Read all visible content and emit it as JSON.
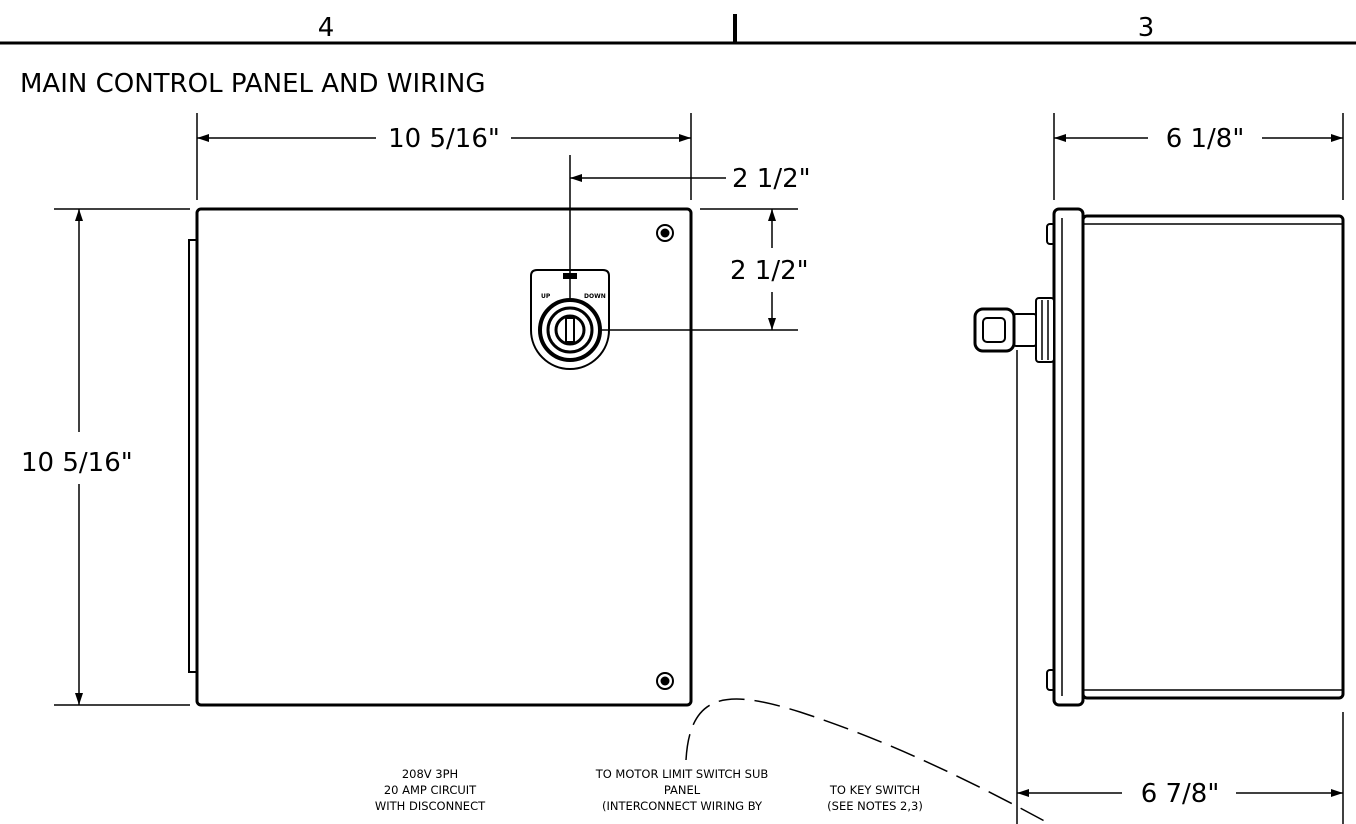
{
  "title_block": {
    "zone_left": "4",
    "zone_right": "3"
  },
  "drawing_title": "MAIN CONTROL PANEL AND WIRING",
  "front_view": {
    "width_dim": "10 5/16\"",
    "height_dim": "10 5/16\"",
    "key_horizontal_dim": "2 1/2\"",
    "key_vertical_dim": "2 1/2\""
  },
  "side_view": {
    "depth_dim": "6 1/8\"",
    "overall_depth_dim": "6 7/8\""
  },
  "key_switch_label": {
    "left": "UP",
    "right": "DOWN"
  },
  "notes": {
    "power": [
      "208V 3PH",
      "20 AMP CIRCUIT",
      "WITH DISCONNECT"
    ],
    "motor_limit": [
      "TO MOTOR LIMIT SWITCH SUB",
      "PANEL",
      "(INTERCONNECT WIRING BY"
    ],
    "key_switch": [
      "TO KEY SWITCH",
      "(SEE NOTES 2,3)"
    ]
  }
}
